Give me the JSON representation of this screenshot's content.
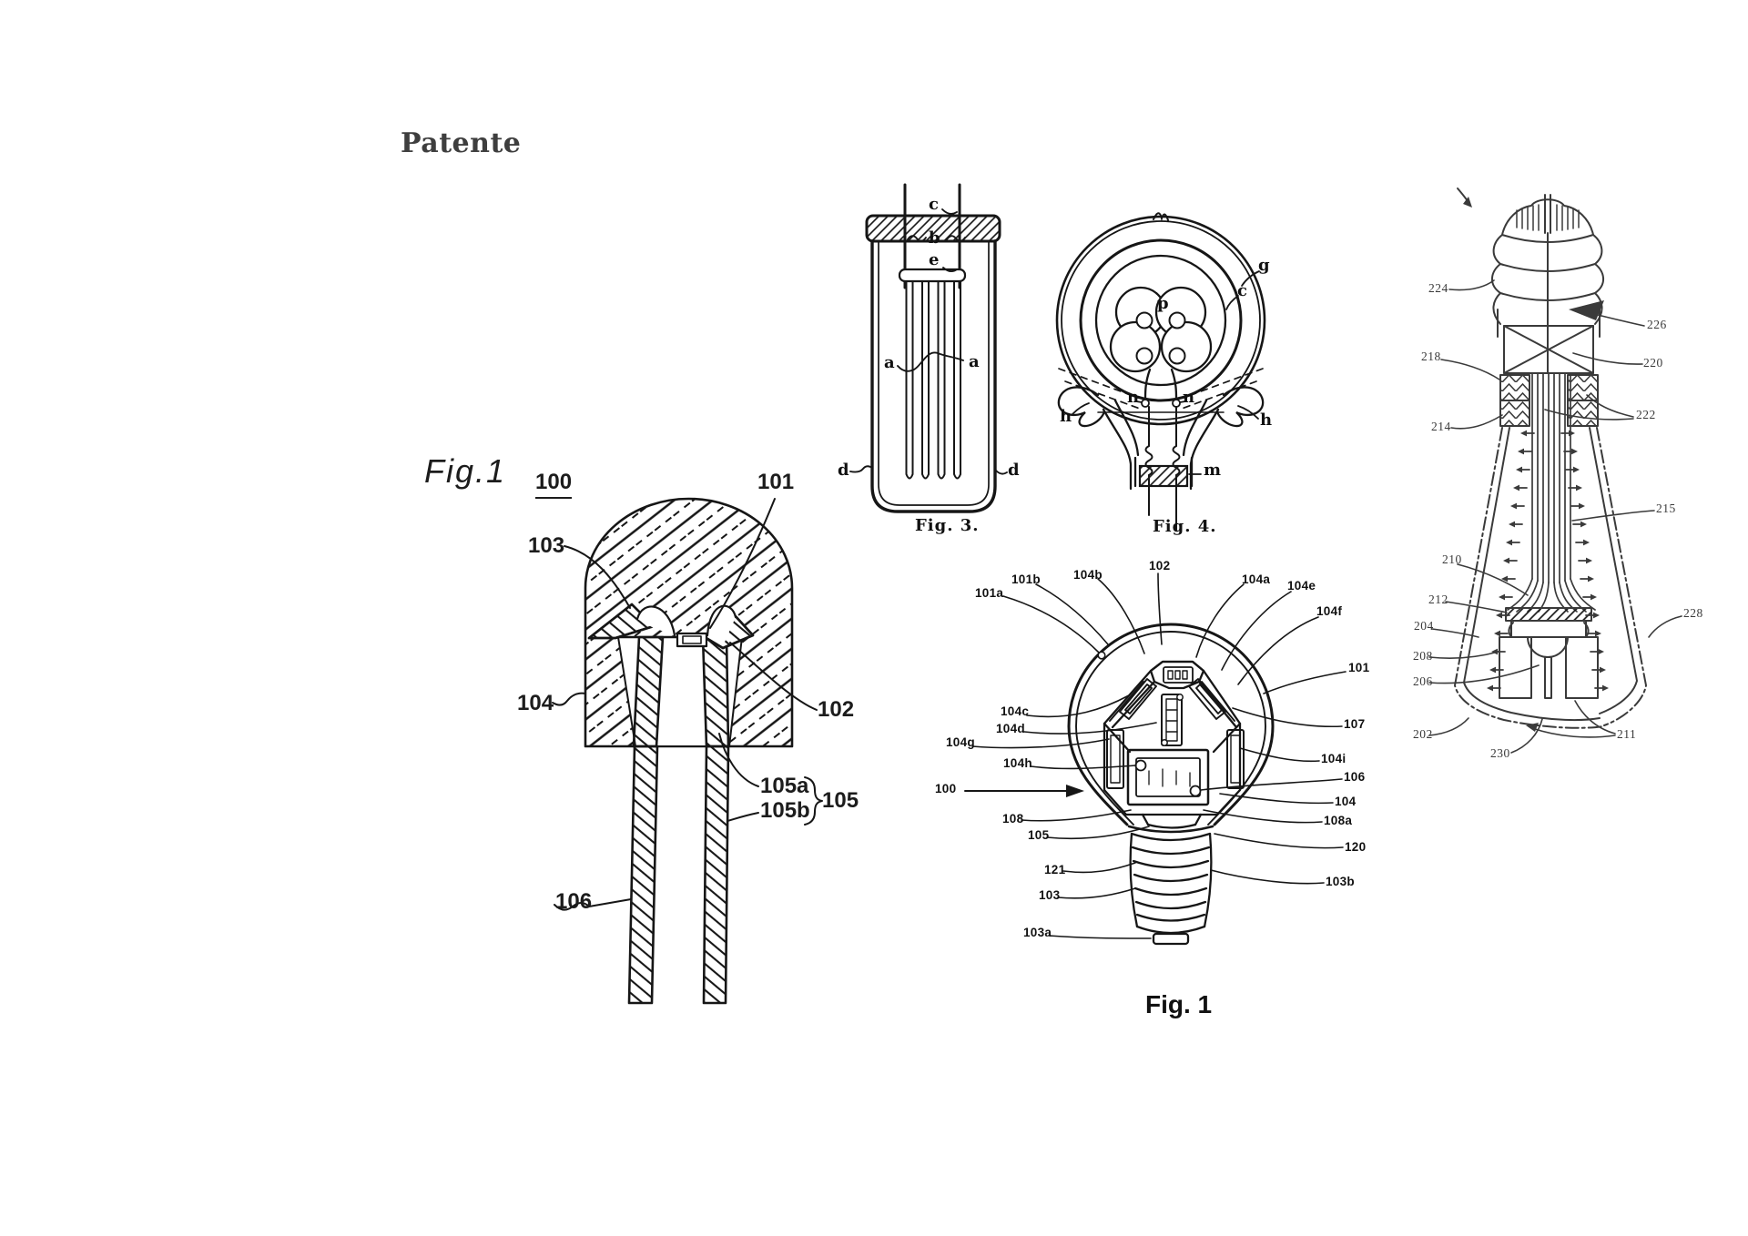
{
  "page": {
    "title": "Patente"
  },
  "fig_led": {
    "title": "Fig.1",
    "ref": "100",
    "l101": "101",
    "l102": "102",
    "l103": "103",
    "l104": "104",
    "l105a": "105a",
    "l105b": "105b",
    "l105": "105",
    "l106": "106"
  },
  "fig3": {
    "caption": "Fig. 3.",
    "c": "c",
    "b": "b",
    "e": "e",
    "a1": "a",
    "a2": "a",
    "d1": "d",
    "d2": "d"
  },
  "fig4": {
    "caption": "Fig. 4.",
    "g": "g",
    "c": "c",
    "p": "p",
    "n1": "n",
    "n2": "n",
    "h1": "h",
    "h2": "h",
    "m": "m"
  },
  "fig_bulb": {
    "caption": "Fig. 1",
    "l100": "100",
    "l101": "101",
    "l101a": "101a",
    "l101b": "101b",
    "l102": "102",
    "l103": "103",
    "l103a": "103a",
    "l103b": "103b",
    "l104": "104",
    "l104a": "104a",
    "l104b": "104b",
    "l104c": "104c",
    "l104d": "104d",
    "l104e": "104e",
    "l104f": "104f",
    "l104g": "104g",
    "l104h": "104h",
    "l104i": "104i",
    "l105": "105",
    "l106": "106",
    "l107": "107",
    "l108": "108",
    "l108a": "108a",
    "l120": "120",
    "l121": "121"
  },
  "fig_right": {
    "l202": "202",
    "l204": "204",
    "l206": "206",
    "l208": "208",
    "l210": "210",
    "l211": "211",
    "l212": "212",
    "l214": "214",
    "l215": "215",
    "l218": "218",
    "l220": "220",
    "l222": "222",
    "l224": "224",
    "l226": "226",
    "l228": "228",
    "l230": "230"
  }
}
